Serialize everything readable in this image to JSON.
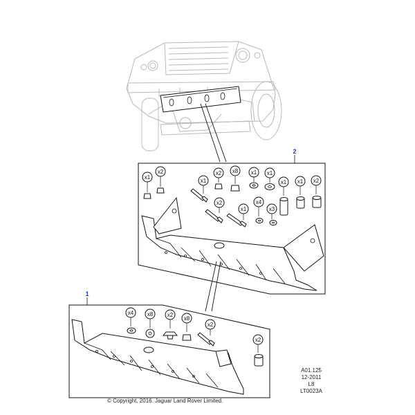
{
  "colors": {
    "reference_number": "#1a3cc8",
    "line": "#111111",
    "background_vehicle": "#b8b8b8"
  },
  "panel_2": {
    "reference": "2",
    "callouts": [
      "x1",
      "x2",
      "x1",
      "x2",
      "x8",
      "x1",
      "x1",
      "x1",
      "x1",
      "x2",
      "x2",
      "x1",
      "x4",
      "x3"
    ]
  },
  "panel_1": {
    "reference": "1",
    "callouts": [
      "x4",
      "x8",
      "x2",
      "x8",
      "x2",
      "x2"
    ]
  },
  "meta": {
    "code": "A01.125",
    "date": "12-2011",
    "variant": "L8",
    "illustration": "LT0023A"
  },
  "copyright": "© Copyright, 2016. Jaguar Land Rover Limited."
}
